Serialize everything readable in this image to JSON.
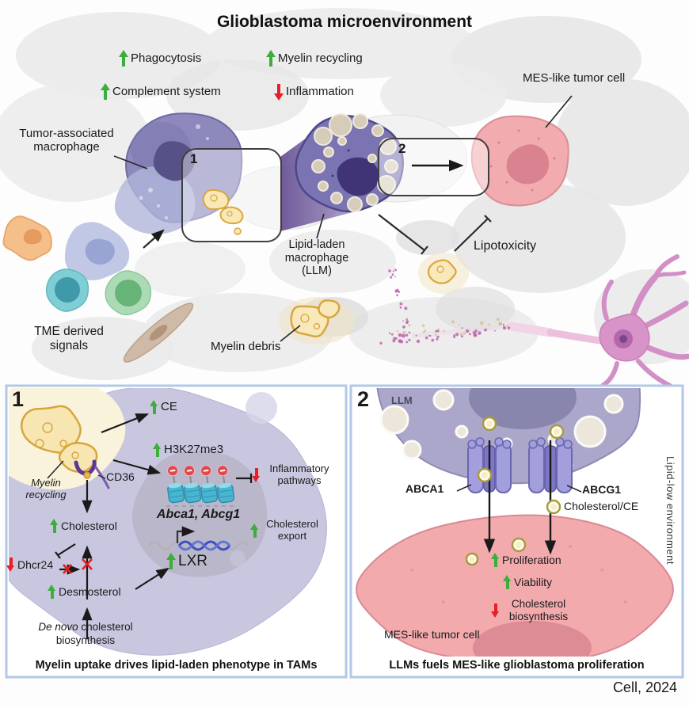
{
  "title": "Glioblastoma microenvironment",
  "credit": "Cell, 2024",
  "overview": {
    "phagocytosis": "Phagocytosis",
    "complement_system": "Complement system",
    "myelin_recycling": "Myelin recycling",
    "inflammation": "Inflammation",
    "mes_tumor_cell": "MES-like tumor cell",
    "tumor_associated_macrophage": "Tumor-associated macrophage",
    "lipid_laden_macrophage": "Lipid-laden macrophage (LLM)",
    "lipotoxicity": "Lipotoxicity",
    "tme_derived_signals": "TME derived signals",
    "myelin_debris": "Myelin debris",
    "step1": "1",
    "step2": "2"
  },
  "panel1": {
    "number": "1",
    "ce": "CE",
    "h3k27me3": "H3K27me3",
    "inflammatory_pathways": "Inflammatory pathways",
    "genes": "Abca1, Abcg1",
    "lxr": "LXR",
    "cholesterol_export": "Cholesterol export",
    "cholesterol": "Cholesterol",
    "myelin_recycling": "Myelin recycling",
    "cd36": "CD36",
    "dhcr24": "Dhcr24",
    "desmosterol": "Desmosterol",
    "de_novo": "De novo",
    "de_novo_rest": " cholesterol biosynthesis",
    "caption": "Myelin uptake drives lipid-laden phenotype in TAMs"
  },
  "panel2": {
    "number": "2",
    "llm": "LLM",
    "abca1": "ABCA1",
    "abcg1": "ABCG1",
    "cholesterol_ce": "Cholesterol/CE",
    "lipid_low_environment": "Lipid-low environment",
    "proliferation": "Proliferation",
    "viability": "Viability",
    "cholesterol_biosynthesis": "Cholesterol biosynthesis",
    "mes_tumor_cell": "MES-like tumor cell",
    "caption": "LLMs fuels MES-like glioblastoma proliferation"
  },
  "colors": {
    "up_green": "#3dae3b",
    "down_red": "#e71f26",
    "panel_border": "#b3c8e6",
    "tam_purple": "#8d89bc",
    "llm_purple": "#7a74b3",
    "tumor_pink": "#f2abae"
  }
}
